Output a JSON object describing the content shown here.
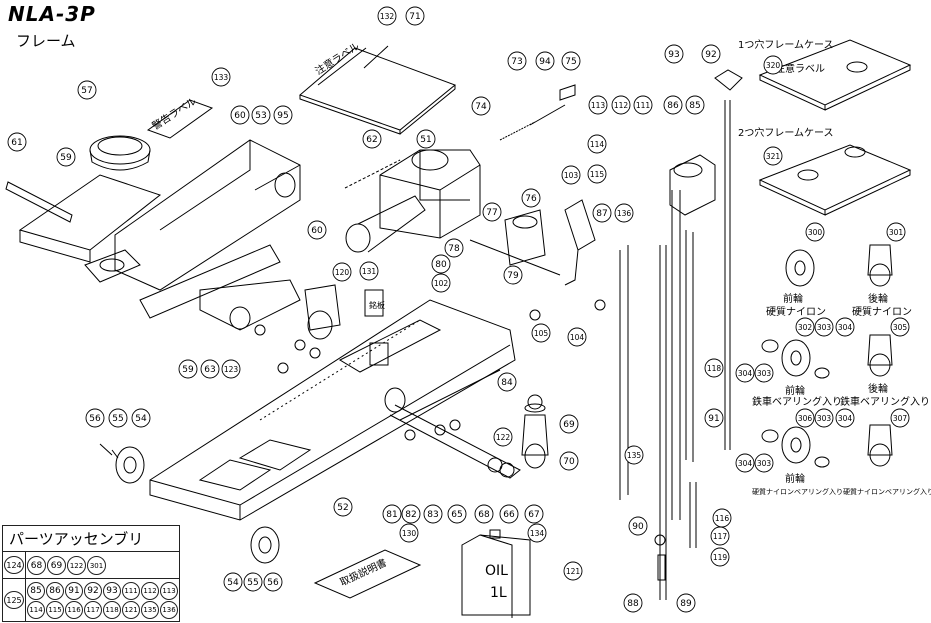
{
  "header": {
    "title": "NLA-3P",
    "subtitle": "フレーム"
  },
  "parts": [
    "132",
    "71",
    "73",
    "94",
    "75",
    "93",
    "92",
    "74",
    "133",
    "57",
    "60",
    "53",
    "95",
    "62",
    "51",
    "113",
    "112",
    "111",
    "86",
    "85",
    "61",
    "59",
    "114",
    "115",
    "103",
    "76",
    "136",
    "87",
    "77",
    "78",
    "80",
    "102",
    "79",
    "120",
    "131",
    "60b",
    "63",
    "123",
    "59b",
    "104",
    "105",
    "320",
    "321",
    "300",
    "301",
    "302",
    "303",
    "304",
    "305",
    "306",
    "307",
    "118",
    "91",
    "84",
    "56",
    "55",
    "54",
    "122",
    "69",
    "70",
    "52",
    "81",
    "82",
    "83",
    "65",
    "68",
    "66",
    "67",
    "135",
    "116",
    "117",
    "119",
    "121",
    "90",
    "88",
    "89",
    "134",
    "130",
    "54b",
    "55b",
    "56b"
  ],
  "labels": {
    "p132": "132",
    "p71": "71",
    "p73": "73",
    "p94": "94",
    "p75": "75",
    "p93": "93",
    "p92": "92",
    "p74": "74",
    "p133": "133",
    "p57": "57",
    "p60": "60",
    "p53": "53",
    "p95": "95",
    "p62": "62",
    "p51": "51",
    "p113": "113",
    "p112": "112",
    "p111": "111",
    "p86": "86",
    "p85": "85",
    "p61": "61",
    "p59": "59",
    "p114": "114",
    "p115": "115",
    "p103": "103",
    "p76": "76",
    "p136": "136",
    "p87": "87",
    "p77": "77",
    "p78": "78",
    "p80": "80",
    "p102": "102",
    "p79": "79",
    "p120": "120",
    "p131": "131",
    "p60b": "60",
    "p63": "63",
    "p123": "123",
    "p59b": "59",
    "p104": "104",
    "p105": "105",
    "p320": "320",
    "p321": "321",
    "p300": "300",
    "p301": "301",
    "p302": "302",
    "p303": "303",
    "p304": "304",
    "p305": "305",
    "p306": "306",
    "p307": "307",
    "p303b": "303",
    "p304b": "304",
    "p303c": "303",
    "p304c": "304",
    "p304d": "304",
    "p303d": "303",
    "p118": "118",
    "p91": "91",
    "p84": "84",
    "p56": "56",
    "p55": "55",
    "p54": "54",
    "p122": "122",
    "p69": "69",
    "p70": "70",
    "p52": "52",
    "p81": "81",
    "p82": "82",
    "p83": "83",
    "p65": "65",
    "p68": "68",
    "p66": "66",
    "p67": "67",
    "p135": "135",
    "p116": "116",
    "p117": "117",
    "p119": "119",
    "p121": "121",
    "p90": "90",
    "p88": "88",
    "p89": "89",
    "p134": "134",
    "p130": "130",
    "p54b": "54",
    "p55b": "55",
    "p56b": "56"
  },
  "text": {
    "caution_label": "注意ラベル",
    "warning_label": "警告ラベル",
    "caution_label2": "注意ラベル",
    "case1": "1つ穴フレームケース",
    "case2": "2つ穴フレームケース",
    "wheel300_a": "前輪",
    "wheel300_b": "硬質ナイロン",
    "wheel301_a": "後輪",
    "wheel301_b": "硬質ナイロン",
    "wheel302_a": "前輪",
    "wheel302_b": "鉄車ベアリング入り",
    "wheel305_a": "後輪",
    "wheel305_b": "鉄車ベアリング入り",
    "wheel306_a": "前輪",
    "wheel306_b": "硬質ナイロンベアリング入り",
    "wheel307_b": "硬質ナイロンベアリング入り",
    "plate131": "銘板",
    "manual": "取扱説明書",
    "oil1": "OIL",
    "oil2": "1L"
  },
  "assembly": {
    "heading": "パーツアッセンブリ",
    "rows": [
      {
        "key": "124",
        "items": [
          "68",
          "69",
          "122",
          "301"
        ]
      },
      {
        "key": "125",
        "items": [
          "85",
          "86",
          "91",
          "92",
          "93",
          "111",
          "112",
          "113",
          "114",
          "115",
          "116",
          "117",
          "118",
          "121",
          "135",
          "136"
        ]
      }
    ]
  }
}
